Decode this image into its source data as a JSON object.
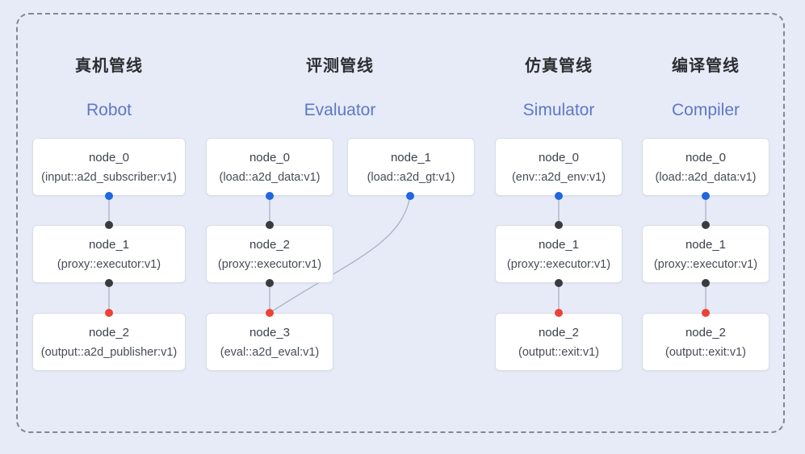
{
  "colors": {
    "background": "#e7ebf7",
    "frame_dash": "#83878f",
    "box_fill": "#ffffff",
    "box_border": "#d9dde7",
    "edge_line": "#a9b2c5",
    "title_zh": "#2c2d31",
    "title_en": "#5d78c8",
    "port_output_blue": "#1f66e0",
    "port_input_black": "#3a3b3f",
    "port_sink_red": "#ee4237"
  },
  "pipelines": [
    {
      "title_zh": "真机管线",
      "title_en": "Robot",
      "nodes": [
        {
          "name": "node_0",
          "type": "(input::a2d_subscriber:v1)"
        },
        {
          "name": "node_1",
          "type": "(proxy::executor:v1)"
        },
        {
          "name": "node_2",
          "type": "(output::a2d_publisher:v1)"
        }
      ]
    },
    {
      "title_zh": "评测管线",
      "title_en": "Evaluator",
      "nodes": [
        {
          "name": "node_0",
          "type": "(load::a2d_data:v1)"
        },
        {
          "name": "node_1",
          "type": "(load::a2d_gt:v1)"
        },
        {
          "name": "node_2",
          "type": "(proxy::executor:v1)"
        },
        {
          "name": "node_3",
          "type": "(eval::a2d_eval:v1)"
        }
      ]
    },
    {
      "title_zh": "仿真管线",
      "title_en": "Simulator",
      "nodes": [
        {
          "name": "node_0",
          "type": "(env::a2d_env:v1)"
        },
        {
          "name": "node_1",
          "type": "(proxy::executor:v1)"
        },
        {
          "name": "node_2",
          "type": "(output::exit:v1)"
        }
      ]
    },
    {
      "title_zh": "编译管线",
      "title_en": "Compiler",
      "nodes": [
        {
          "name": "node_0",
          "type": "(load::a2d_data:v1)"
        },
        {
          "name": "node_1",
          "type": "(proxy::executor:v1)"
        },
        {
          "name": "node_2",
          "type": "(output::exit:v1)"
        }
      ]
    }
  ]
}
